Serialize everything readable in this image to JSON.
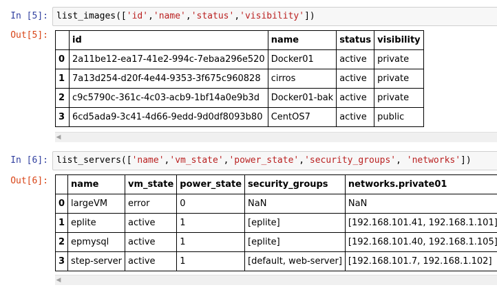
{
  "cell5": {
    "in_prompt": "In [5]:",
    "out_prompt": "Out[5]:",
    "code_fn": "list_images([",
    "code_args": [
      "'id'",
      "'name'",
      "'status'",
      "'visibility'"
    ],
    "code_end": "])",
    "table": {
      "columns": [
        "",
        "id",
        "name",
        "status",
        "visibility"
      ],
      "rows": [
        [
          "0",
          "2a11be12-ea17-41e2-994c-7ebaa296e520",
          "Docker01",
          "active",
          "private"
        ],
        [
          "1",
          "7a13d254-d20f-4e44-9353-3f675c960828",
          "cirros",
          "active",
          "private"
        ],
        [
          "2",
          "c9c5790c-361c-4c03-acb9-1bf14a0e9b3d",
          "Docker01-bak",
          "active",
          "private"
        ],
        [
          "3",
          "6cd5ada9-3c41-4d66-9edd-9d0df8093b80",
          "CentOS7",
          "active",
          "public"
        ]
      ]
    }
  },
  "cell6": {
    "in_prompt": "In [6]:",
    "out_prompt": "Out[6]:",
    "code_fn": "list_servers([",
    "code_args": [
      "'name'",
      "'vm_state'",
      "'power_state'",
      "'security_groups'",
      " 'networks'"
    ],
    "code_end": "])",
    "table": {
      "columns": [
        "",
        "name",
        "vm_state",
        "power_state",
        "security_groups",
        "networks.private01"
      ],
      "rows": [
        [
          "0",
          "largeVM",
          "error",
          "0",
          "NaN",
          "NaN"
        ],
        [
          "1",
          "eplite",
          "active",
          "1",
          "[eplite]",
          "[192.168.101.41, 192.168.1.101]"
        ],
        [
          "2",
          "epmysql",
          "active",
          "1",
          "[eplite]",
          "[192.168.101.40, 192.168.1.105]"
        ],
        [
          "3",
          "step-server",
          "active",
          "1",
          "[default, web-server]",
          "[192.168.101.7, 192.168.1.102]"
        ]
      ]
    }
  },
  "scroll_arrow": "◀"
}
